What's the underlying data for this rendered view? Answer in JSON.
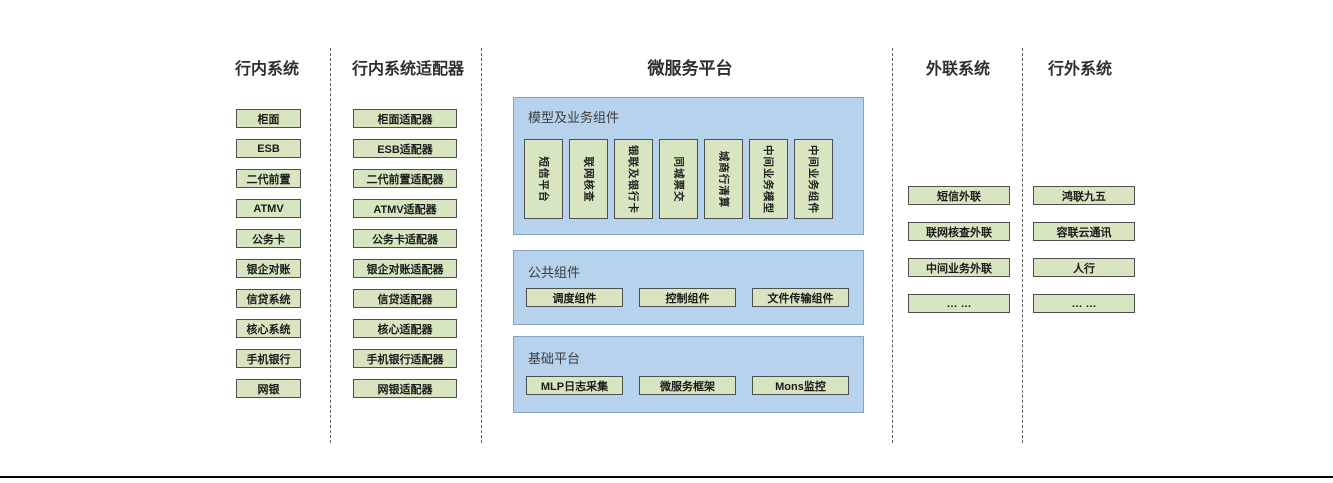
{
  "diagram": {
    "columns": {
      "internal": {
        "title": "行内系统"
      },
      "adapters": {
        "title": "行内系统适配器"
      },
      "platform": {
        "title": "微服务平台"
      },
      "outreach": {
        "title": "外联系统"
      },
      "external": {
        "title": "行外系统"
      }
    },
    "internal_items": [
      "柜面",
      "ESB",
      "二代前置",
      "ATMV",
      "公务卡",
      "银企对账",
      "信贷系统",
      "核心系统",
      "手机银行",
      "网银"
    ],
    "adapter_items": [
      "柜面适配器",
      "ESB适配器",
      "二代前置适配器",
      "ATMV适配器",
      "公务卡适配器",
      "银企对账适配器",
      "信贷适配器",
      "核心适配器",
      "手机银行适配器",
      "网银适配器"
    ],
    "platform_groups": {
      "model": {
        "label": "模型及业务组件",
        "items": [
          "短信平台",
          "联网核查",
          "银联及银行卡",
          "同城票交",
          "城商行清算",
          "中间业务模型",
          "中间业务组件"
        ]
      },
      "common": {
        "label": "公共组件",
        "items": [
          "调度组件",
          "控制组件",
          "文件传输组件"
        ]
      },
      "base": {
        "label": "基础平台",
        "items": [
          "MLP日志采集",
          "微服务框架",
          "Mons监控"
        ]
      }
    },
    "outreach_items": [
      "短信外联",
      "联网核查外联",
      "中间业务外联",
      "… …"
    ],
    "external_items": [
      "鸿联九五",
      "容联云通讯",
      "人行",
      "… …"
    ],
    "colors": {
      "box_fill": "#d7e6c1",
      "box_border": "#4e4e4e",
      "container_fill": "#b7d2ec",
      "container_border": "#85a3c2",
      "divider": "#5f5f5f",
      "title_text": "#2f2f2f"
    }
  }
}
